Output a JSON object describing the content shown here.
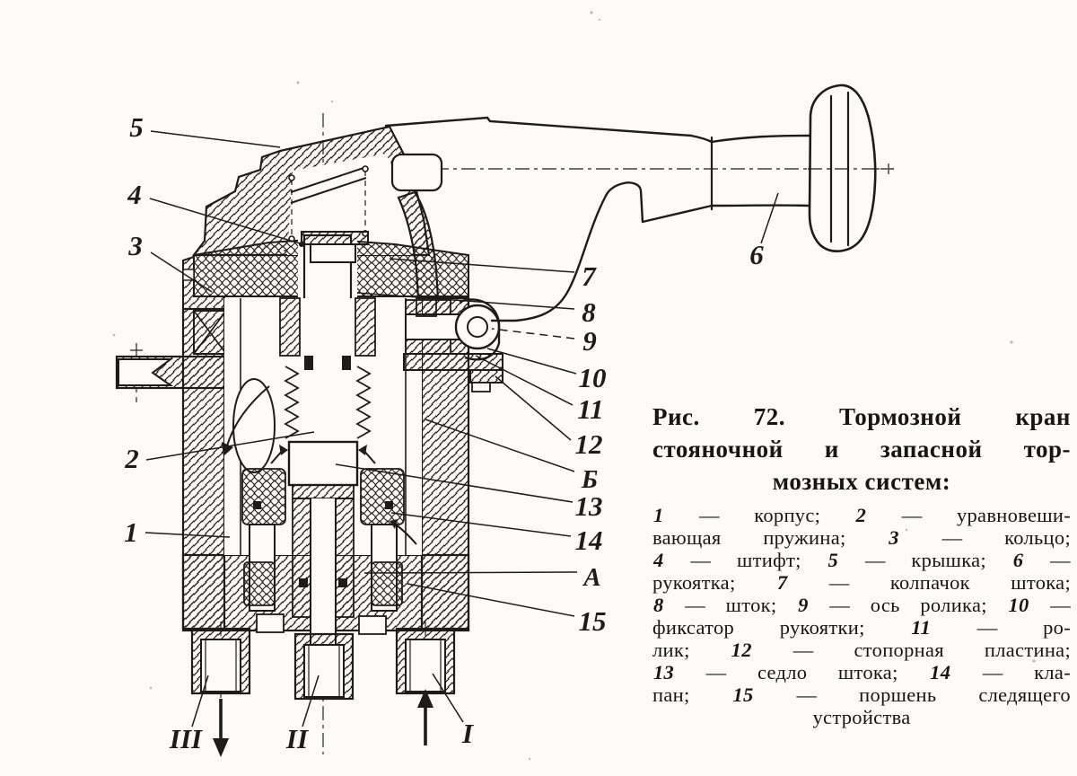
{
  "figure_caption": {
    "lines": [
      "Рис. 72. Тормозной кран",
      "стояночной и запасной тор-",
      "мозных систем:"
    ]
  },
  "legend": {
    "lines": [
      "1 — корпус; 2 — уравновеши-",
      "вающая пружина; 3 — кольцо;",
      "4 — штифт; 5 — крышка; 6 —",
      "рукоятка; 7 — колпачок штока;",
      "8 — шток; 9 — ось ролика; 10 —",
      "фиксатор рукоятки; 11 — ро-",
      "лик; 12 — стопорная пластина;",
      "13 — седло штока; 14 — кла-",
      "пан; 15 — поршень следящего",
      "устройства"
    ]
  },
  "diagram": {
    "ink_color": "#1e1c19",
    "paper_color": "#fcfbf7",
    "callouts": {
      "n1": "1",
      "n2": "2",
      "n3": "3",
      "n4": "4",
      "n5": "5",
      "n6": "6",
      "n7": "7",
      "n8": "8",
      "n9": "9",
      "n10": "10",
      "n11": "11",
      "n12": "12",
      "n13": "13",
      "n14": "14",
      "n15": "15",
      "section_a": "А",
      "section_b": "Б",
      "port_1": "I",
      "port_2": "II",
      "port_3": "III"
    }
  }
}
